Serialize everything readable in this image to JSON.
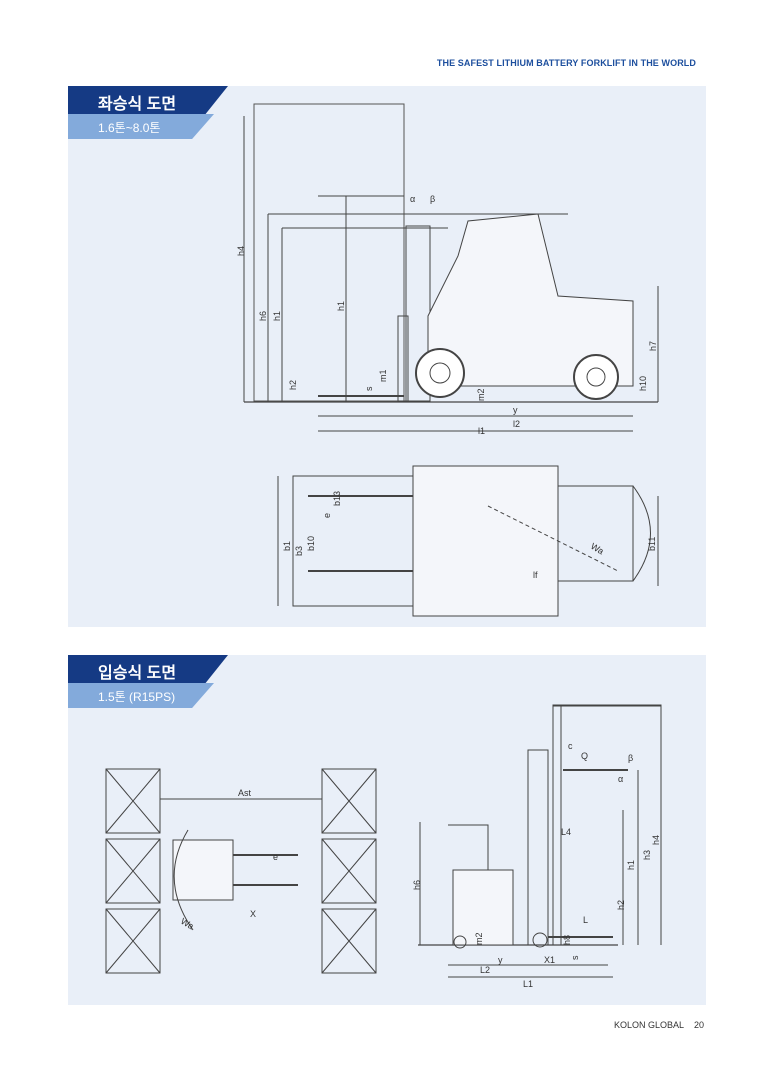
{
  "header": {
    "tagline": "THE SAFEST LITHIUM BATTERY FORKLIFT IN THE WORLD"
  },
  "sections": [
    {
      "title": "좌승식 도면",
      "subtitle": "1.6톤~8.0톤",
      "side_labels": [
        "h4",
        "h6",
        "h1",
        "h1",
        "h2",
        "s",
        "m1",
        "m2",
        "α",
        "β",
        "h7",
        "h10",
        "y",
        "l2",
        "l1"
      ],
      "top_labels": [
        "b1",
        "b3",
        "b10",
        "b13",
        "e",
        "b11",
        "Wa",
        "lf"
      ]
    },
    {
      "title": "입승식 도면",
      "subtitle": "1.5톤 (R15PS)",
      "plan_labels": [
        "Ast",
        "Wa",
        "X",
        "e"
      ],
      "side_labels": [
        "c",
        "Q",
        "β",
        "α",
        "L4",
        "h6",
        "h1",
        "h3",
        "h4",
        "h2",
        "L",
        "h8",
        "m2",
        "y",
        "L2",
        "X1",
        "L1",
        "s"
      ]
    }
  ],
  "footer": {
    "brand": "KOLON GLOBAL",
    "page": "20"
  }
}
